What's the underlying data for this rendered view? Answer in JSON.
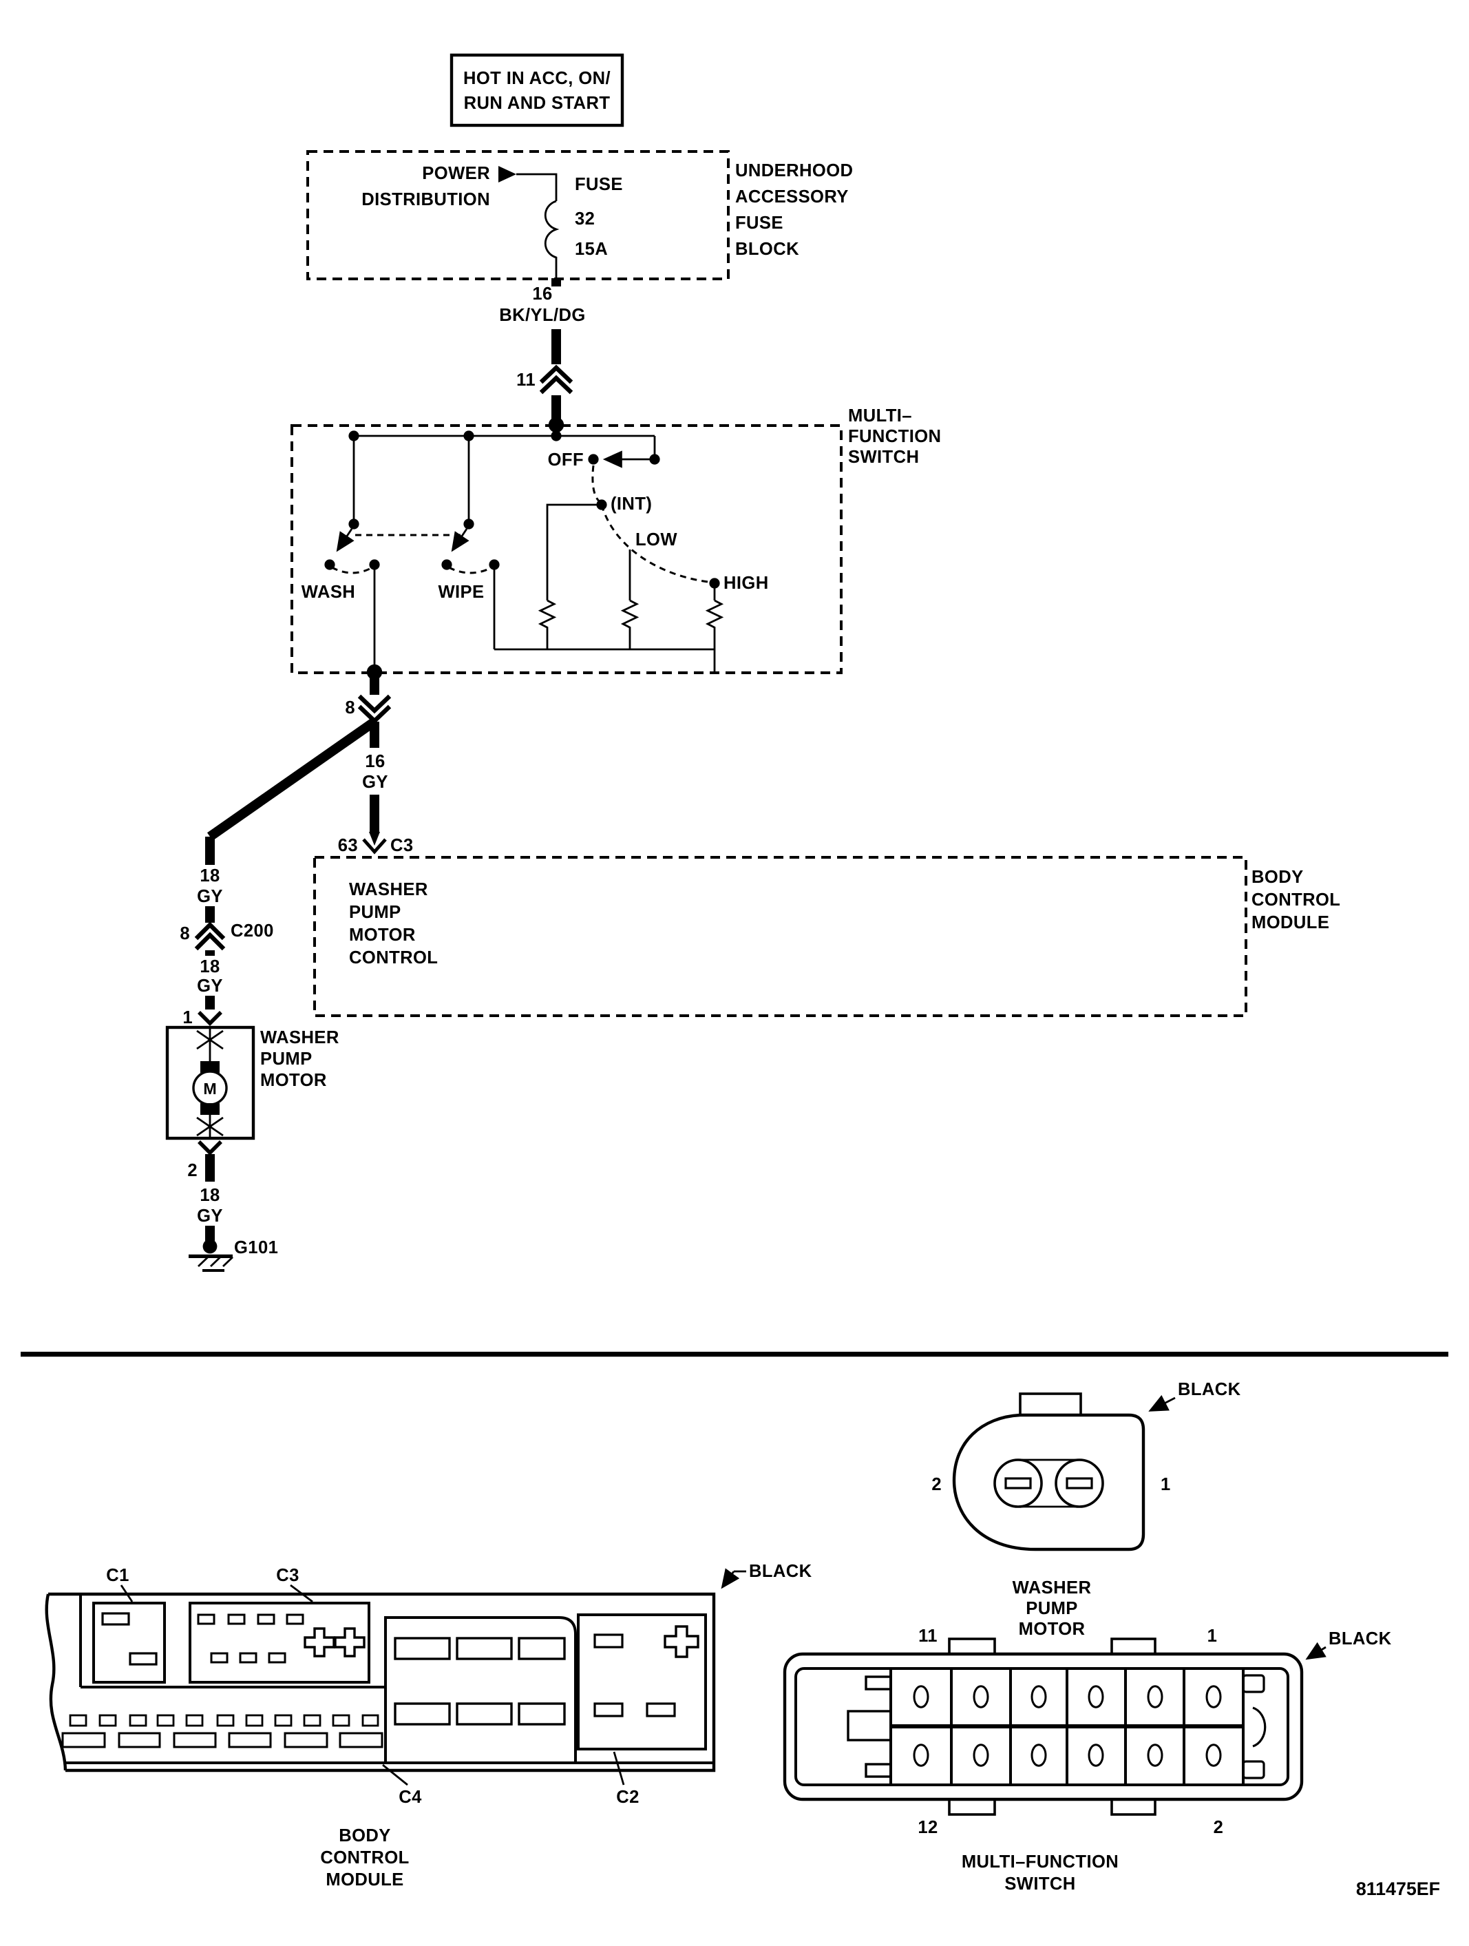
{
  "schematic": {
    "hot_box": {
      "line1": "HOT IN ACC, ON/",
      "line2": "RUN AND START"
    },
    "fuse_block": {
      "label": [
        "UNDERHOOD",
        "ACCESSORY",
        "FUSE",
        "BLOCK"
      ],
      "power_line1": "POWER",
      "power_line2": "DISTRIBUTION",
      "fuse_name": "FUSE",
      "fuse_number": "32",
      "fuse_rating": "15A"
    },
    "feed_wire": {
      "gauge": "16",
      "color": "BK/YL/DG",
      "connector_pin": "11"
    },
    "mfs": {
      "label": [
        "MULTI–",
        "FUNCTION",
        "SWITCH"
      ],
      "pos_off": "OFF",
      "pos_int": "(INT)",
      "pos_low": "LOW",
      "pos_high": "HIGH",
      "pos_wash": "WASH",
      "pos_wipe": "WIPE",
      "out_pin": "8"
    },
    "wash_wire": {
      "gauge": "16",
      "color": "GY",
      "bcm_pin": "63",
      "bcm_connector": "C3"
    },
    "bcm": {
      "label": [
        "BODY",
        "CONTROL",
        "MODULE"
      ],
      "signal": [
        "WASHER",
        "PUMP",
        "MOTOR",
        "CONTROL"
      ]
    },
    "branch": {
      "gauge_a": "18",
      "color_a": "GY",
      "c200_pin": "8",
      "c200_name": "C200",
      "gauge_b": "18",
      "color_b": "GY",
      "motor_pin_in": "1",
      "motor_pin_out": "2",
      "gauge_c": "18",
      "color_c": "GY",
      "ground_name": "G101"
    },
    "motor": {
      "label": [
        "WASHER",
        "PUMP",
        "MOTOR"
      ],
      "symbol": "M"
    }
  },
  "connector_views": {
    "pump": {
      "color_note": "BLACK",
      "pin_left": "2",
      "pin_right": "1",
      "label": [
        "WASHER",
        "PUMP",
        "MOTOR"
      ]
    },
    "mfs": {
      "color_note": "BLACK",
      "pin_top_left": "11",
      "pin_top_right": "1",
      "pin_bottom_left": "12",
      "pin_bottom_right": "2",
      "label": [
        "MULTI–FUNCTION",
        "SWITCH"
      ]
    },
    "bcm": {
      "color_note": "BLACK",
      "c1": "C1",
      "c2": "C2",
      "c3": "C3",
      "c4": "C4",
      "label": [
        "BODY",
        "CONTROL",
        "MODULE"
      ]
    }
  },
  "doc_id": "811475EF"
}
